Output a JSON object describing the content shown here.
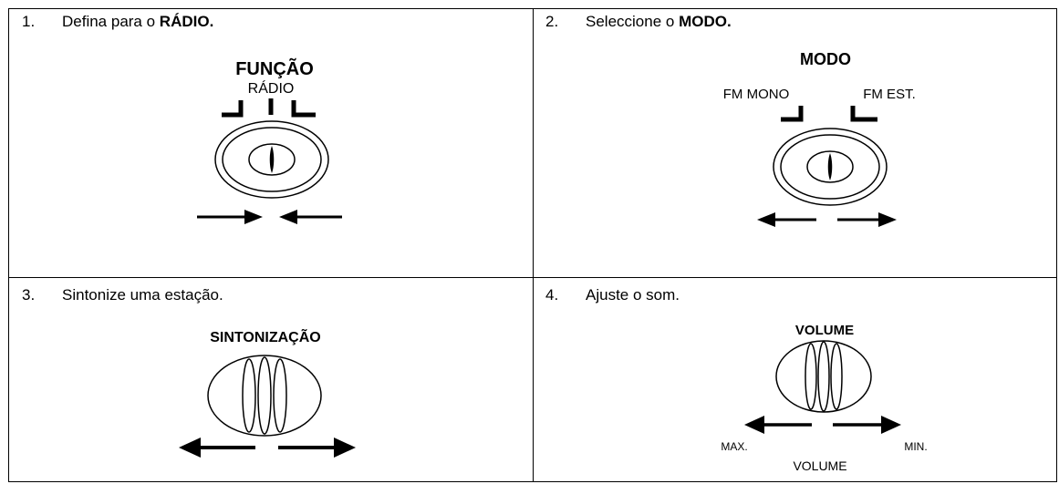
{
  "steps": [
    {
      "number": "1.",
      "text": "Defina para o ",
      "emphasis": "RÁDIO."
    },
    {
      "number": "2.",
      "text": "Seleccione o ",
      "emphasis": "MODO."
    },
    {
      "number": "3.",
      "text": "Sintonize uma estação.",
      "emphasis": ""
    },
    {
      "number": "4.",
      "text": "Ajuste o som.",
      "emphasis": ""
    }
  ],
  "fig1": {
    "title": "FUNÇÃO",
    "position": "RÁDIO"
  },
  "fig2": {
    "title": "MODO",
    "left": "FM MONO",
    "right": "FM EST."
  },
  "fig3": {
    "title": "SINTONIZAÇÃO"
  },
  "fig4": {
    "title": "VOLUME",
    "max": "MAX.",
    "min": "MIN.",
    "caption": "VOLUME"
  }
}
